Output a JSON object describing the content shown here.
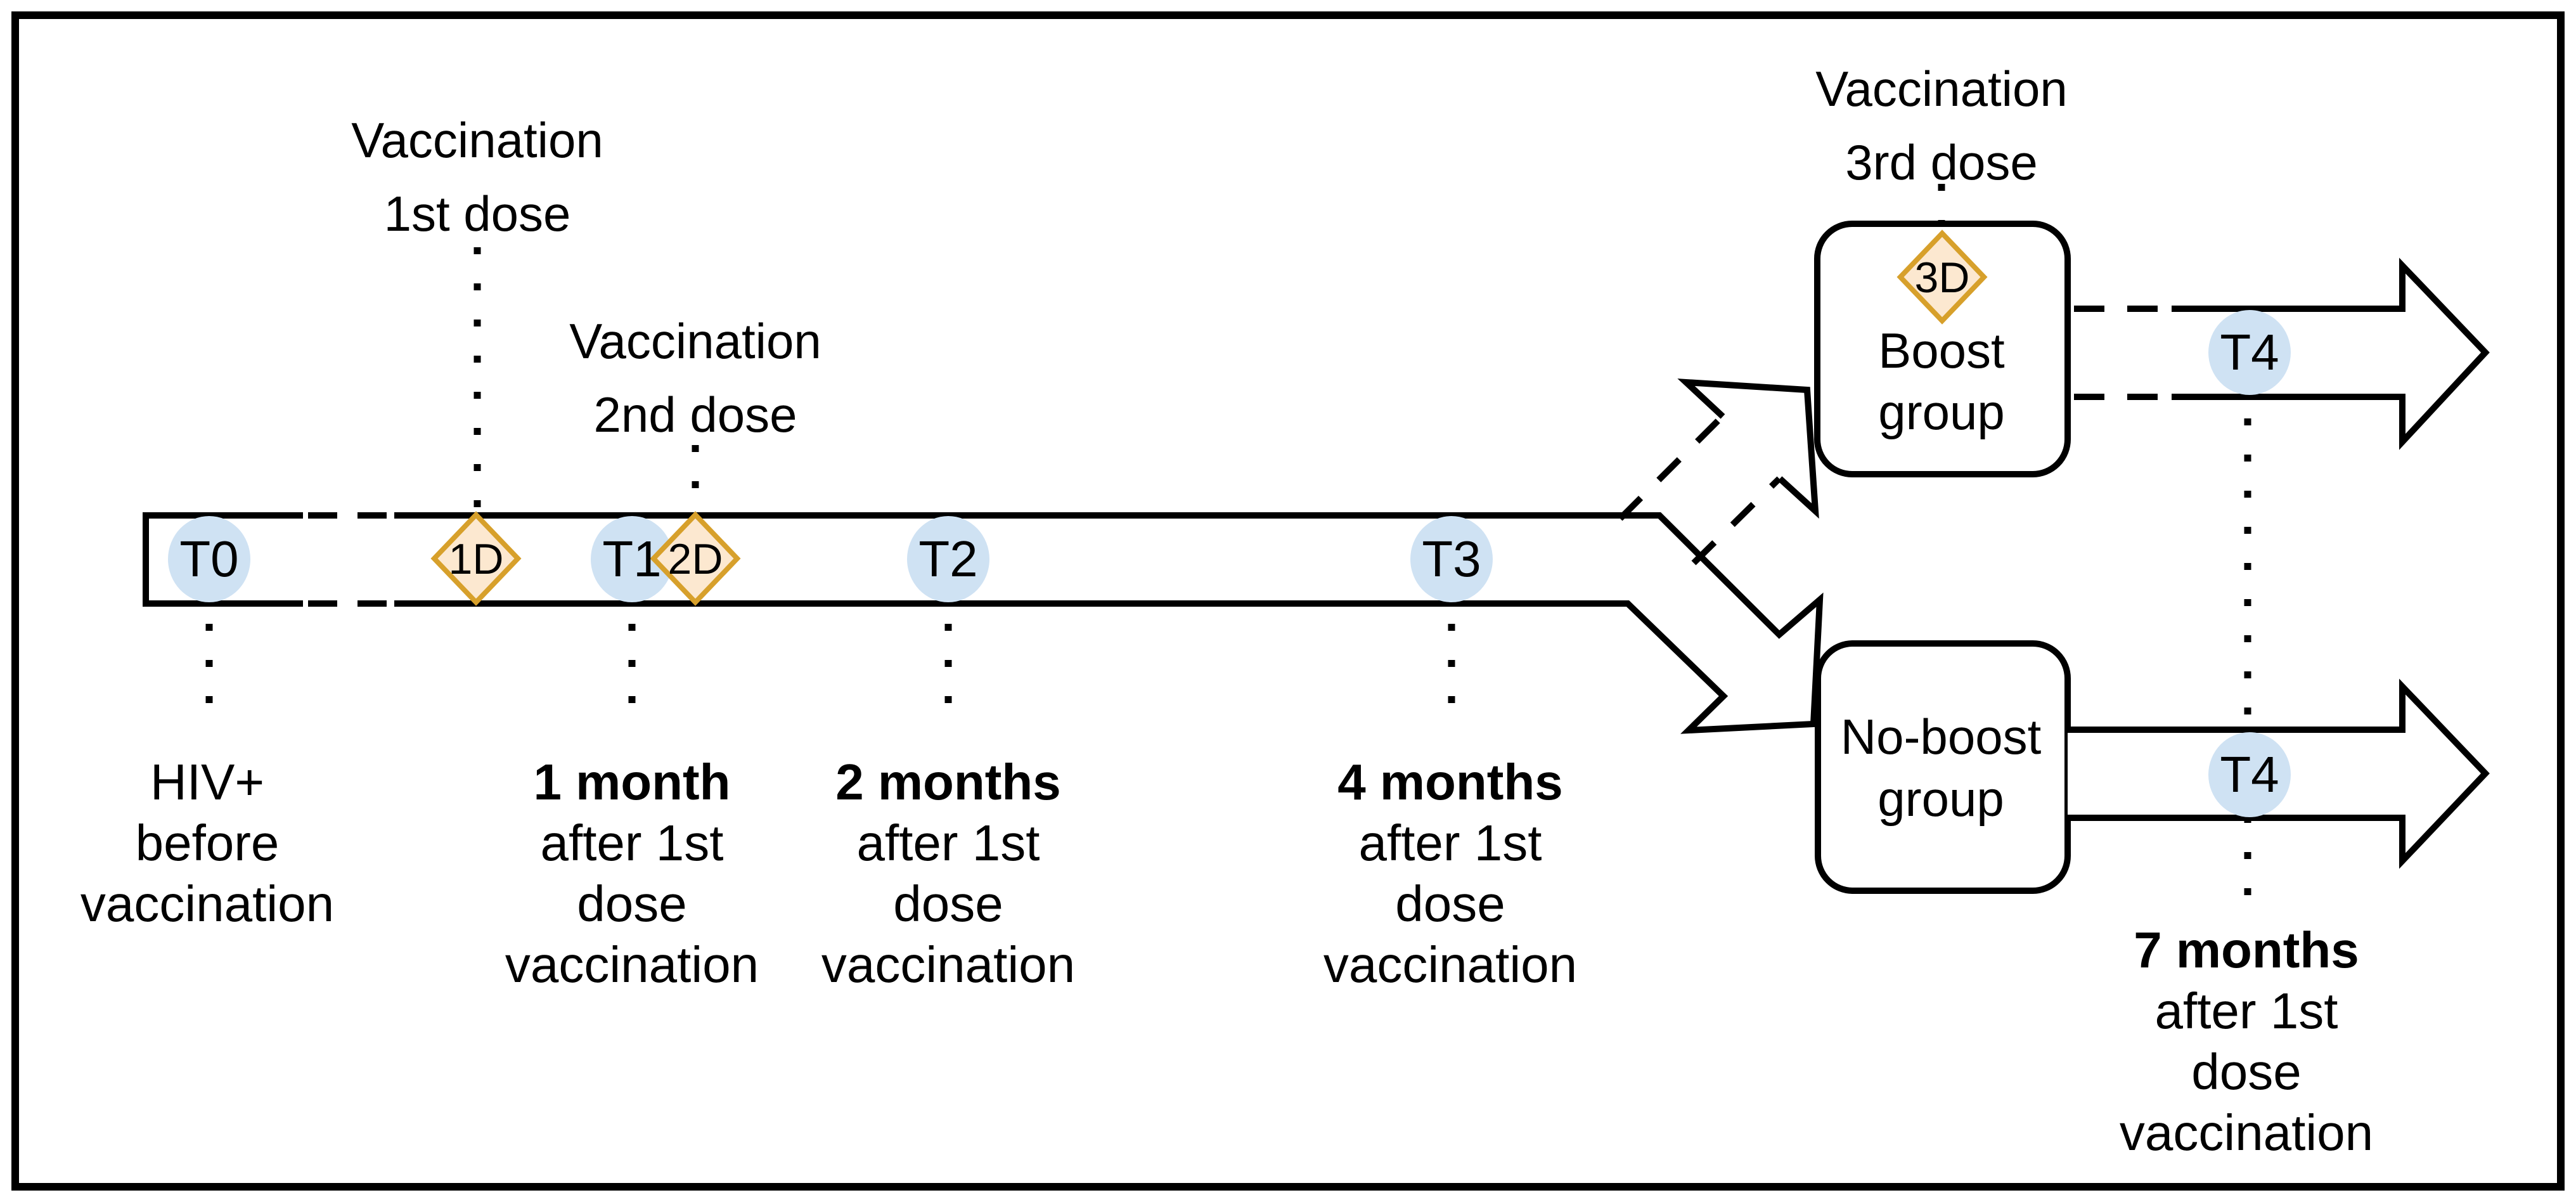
{
  "colors": {
    "ellipse_fill": "#cfe2f3",
    "diamond_fill": "#fce8d0",
    "diamond_stroke": "#d7a02b",
    "line": "#000000"
  },
  "timeline": {
    "timepoints": {
      "t0": "T0",
      "t1": "T1",
      "t2": "T2",
      "t3": "T3",
      "t4_boost": "T4",
      "t4_noboost": "T4"
    },
    "doses": {
      "d1": "1D",
      "d2": "2D",
      "d3": "3D"
    },
    "annotations": {
      "dose1": [
        "Vaccination",
        "1st dose"
      ],
      "dose2": [
        "Vaccination",
        "2nd dose"
      ],
      "dose3": [
        "Vaccination",
        "3rd dose"
      ]
    },
    "groups": {
      "boost": [
        "Boost",
        "group"
      ],
      "noboost": [
        "No-boost",
        "group"
      ]
    },
    "milestones": {
      "t0": [
        "HIV+",
        "before",
        "vaccination"
      ],
      "t1": [
        "1 month",
        "after 1st",
        "dose",
        "vaccination"
      ],
      "t2": [
        "2 months",
        "after 1st",
        "dose",
        "vaccination"
      ],
      "t3": [
        "4 months",
        "after 1st",
        "dose",
        "vaccination"
      ],
      "t4": [
        "7 months",
        "after 1st",
        "dose",
        "vaccination"
      ]
    }
  }
}
